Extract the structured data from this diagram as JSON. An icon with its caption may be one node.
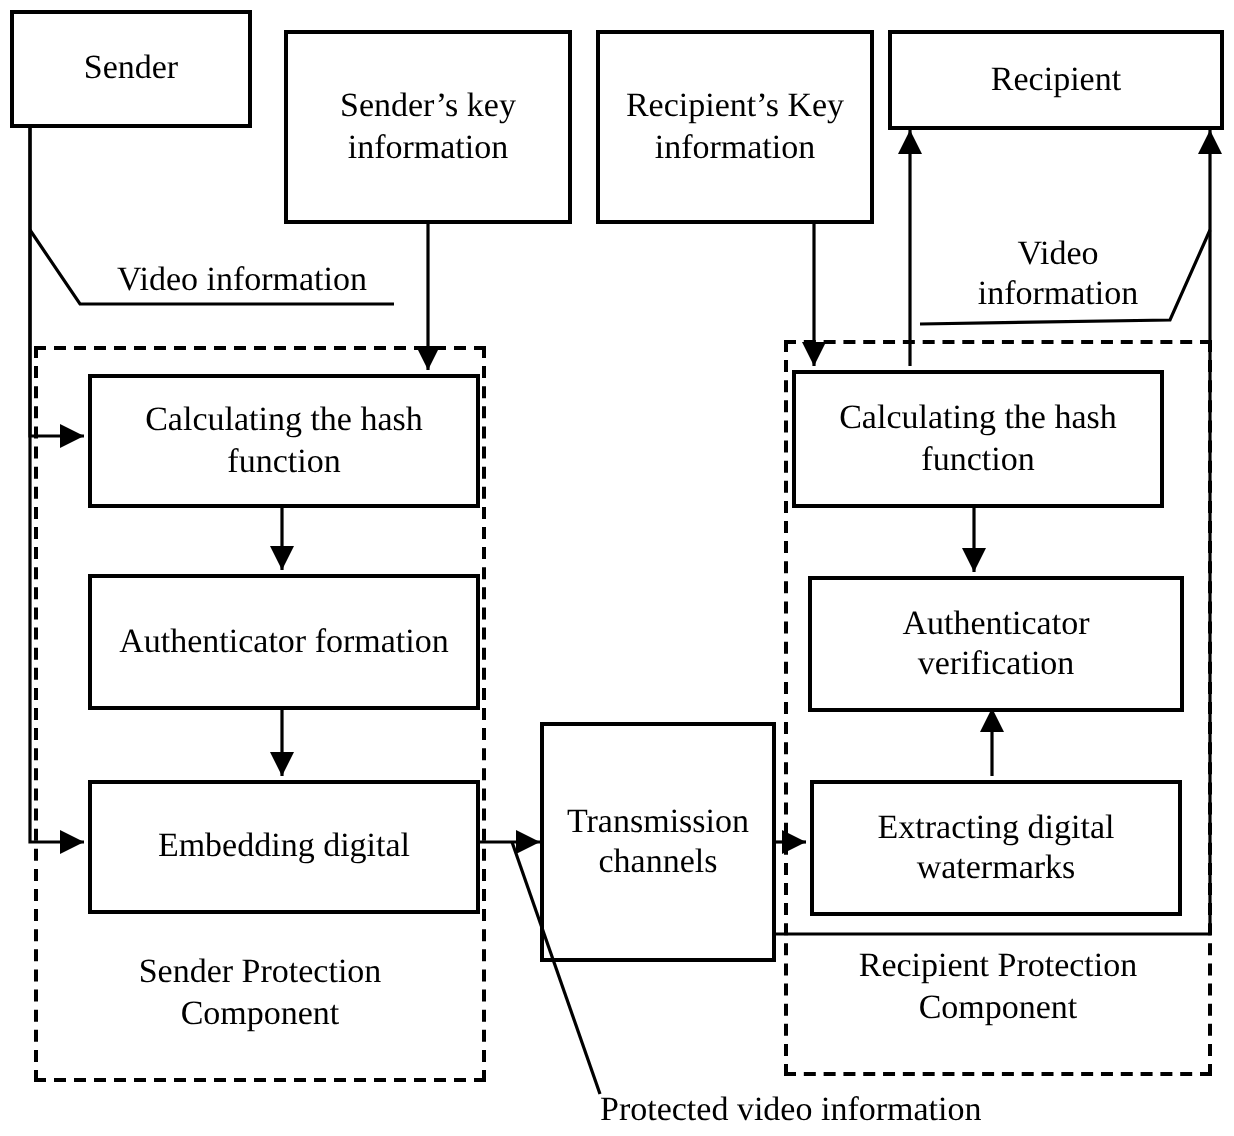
{
  "diagram": {
    "nodes": [
      {
        "text": [
          "Sender"
        ]
      },
      {
        "text": [
          "Sender’s key information"
        ]
      },
      {
        "text": [
          "Recipient’s Key information"
        ]
      },
      {
        "text": [
          "Recipient"
        ]
      },
      {
        "text": [
          "Sender Protection Component"
        ]
      },
      {
        "text": [
          "Calculating the hash function"
        ],
        "in": 4
      },
      {
        "text": [
          "Authenticator formation"
        ],
        "in": 4
      },
      {
        "text": [
          "Embedding digital"
        ],
        "in": 4
      },
      {
        "text": [
          "Transmission channels"
        ]
      },
      {
        "text": [
          "Recipient Protection Component"
        ]
      },
      {
        "text": [
          "Calculating the hash function"
        ],
        "in": 9
      },
      {
        "text": [
          "Authenticator verification"
        ],
        "in": 9
      },
      {
        "text": [
          "Extracting digital watermarks"
        ],
        "in": 9
      },
      {
        "text": [
          "Video information"
        ]
      },
      {
        "text": [
          "Video information"
        ]
      },
      {
        "text": [
          "Protected video information"
        ]
      }
    ],
    "edges": [
      {
        "from": 0,
        "to": 5,
        "arrow": "to"
      },
      {
        "from": 0,
        "to": 7,
        "arrow": "to"
      },
      {
        "from": 1,
        "to": 5,
        "arrow": "to"
      },
      {
        "from": 5,
        "to": 6,
        "arrow": "to"
      },
      {
        "from": 6,
        "to": 7,
        "arrow": "to"
      },
      {
        "from": 7,
        "to": 8,
        "arrow": "to"
      },
      {
        "from": 8,
        "to": 12,
        "arrow": "to"
      },
      {
        "from": 12,
        "to": 11,
        "arrow": "to"
      },
      {
        "from": 10,
        "to": 11,
        "arrow": "to"
      },
      {
        "from": 2,
        "to": 10,
        "arrow": "to"
      },
      {
        "from": 10,
        "to": 3,
        "arrow": "to"
      },
      {
        "from": 8,
        "to": 3,
        "arrow": "to"
      },
      {
        "from": 13,
        "to": null,
        "arrow": "none"
      },
      {
        "from": 14,
        "to": null,
        "arrow": "none"
      },
      {
        "from": 15,
        "to": null,
        "arrow": "none"
      }
    ]
  }
}
